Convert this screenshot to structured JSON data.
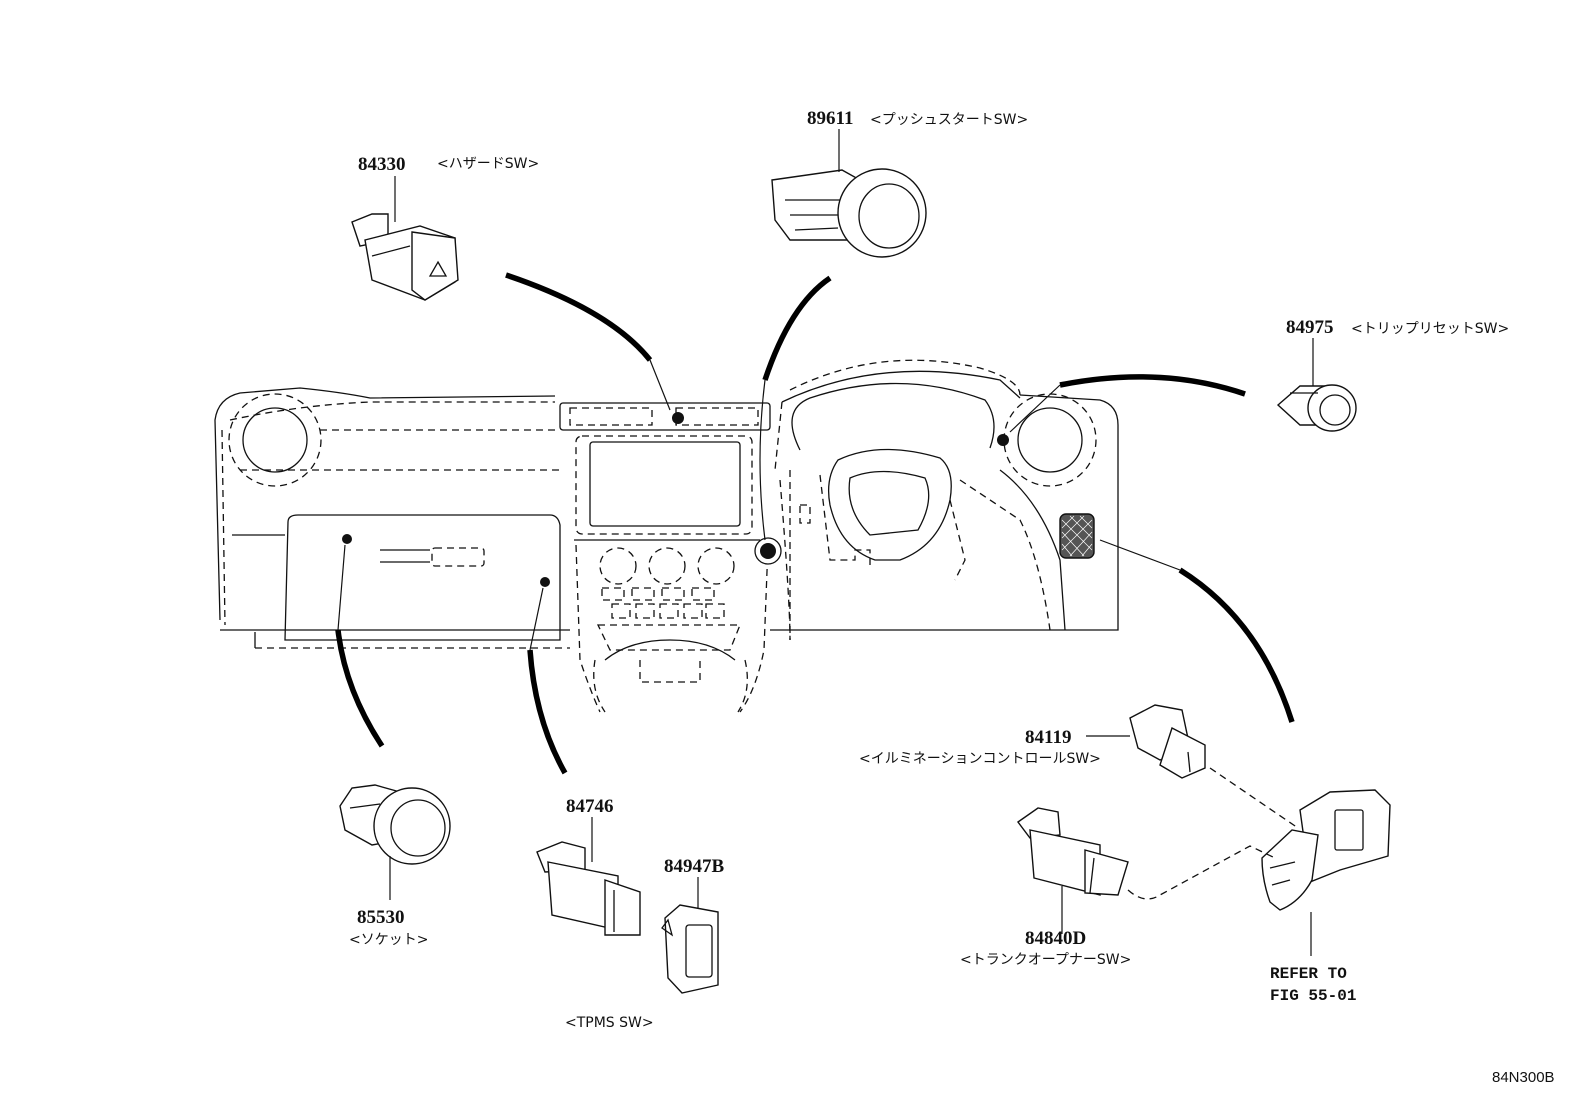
{
  "parts": {
    "p84330": {
      "number": "84330",
      "name": "<ハザードSW>"
    },
    "p89611": {
      "number": "89611",
      "name": "<プッシュスタートSW>"
    },
    "p84975": {
      "number": "84975",
      "name": "<トリップリセットSW>"
    },
    "p84119": {
      "number": "84119",
      "name": "<イルミネーションコントロールSW>"
    },
    "p85530": {
      "number": "85530",
      "name": "<ソケット>"
    },
    "p84746": {
      "number": "84746"
    },
    "p84947B": {
      "number": "84947B"
    },
    "tpms": {
      "name": "<TPMS SW>"
    },
    "p84840D": {
      "number": "84840D",
      "name": "<トランクオープナーSW>"
    }
  },
  "reference": {
    "line1": "REFER TO",
    "line2": "FIG 55-01"
  },
  "diagram_code": "84N300B"
}
